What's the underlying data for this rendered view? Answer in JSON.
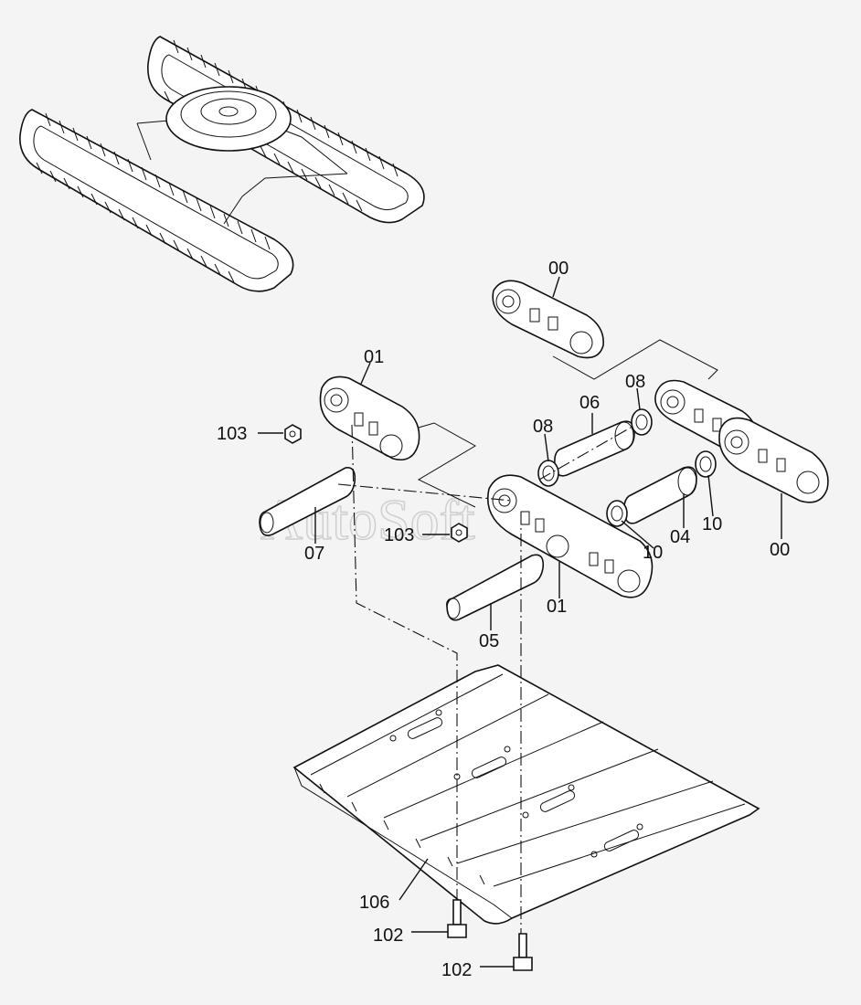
{
  "watermark": "AutoSoft",
  "callouts": [
    {
      "id": "c-00-top",
      "text": "00"
    },
    {
      "id": "c-01-top",
      "text": "01"
    },
    {
      "id": "c-103-a",
      "text": "103"
    },
    {
      "id": "c-08-a",
      "text": "08"
    },
    {
      "id": "c-06",
      "text": "06"
    },
    {
      "id": "c-08-b",
      "text": "08"
    },
    {
      "id": "c-07",
      "text": "07"
    },
    {
      "id": "c-103-b",
      "text": "103"
    },
    {
      "id": "c-10-a",
      "text": "10"
    },
    {
      "id": "c-04",
      "text": "04"
    },
    {
      "id": "c-10-b",
      "text": "10"
    },
    {
      "id": "c-00-right",
      "text": "00"
    },
    {
      "id": "c-01-mid",
      "text": "01"
    },
    {
      "id": "c-05",
      "text": "05"
    },
    {
      "id": "c-106",
      "text": "106"
    },
    {
      "id": "c-102-a",
      "text": "102"
    },
    {
      "id": "c-102-b",
      "text": "102"
    }
  ]
}
